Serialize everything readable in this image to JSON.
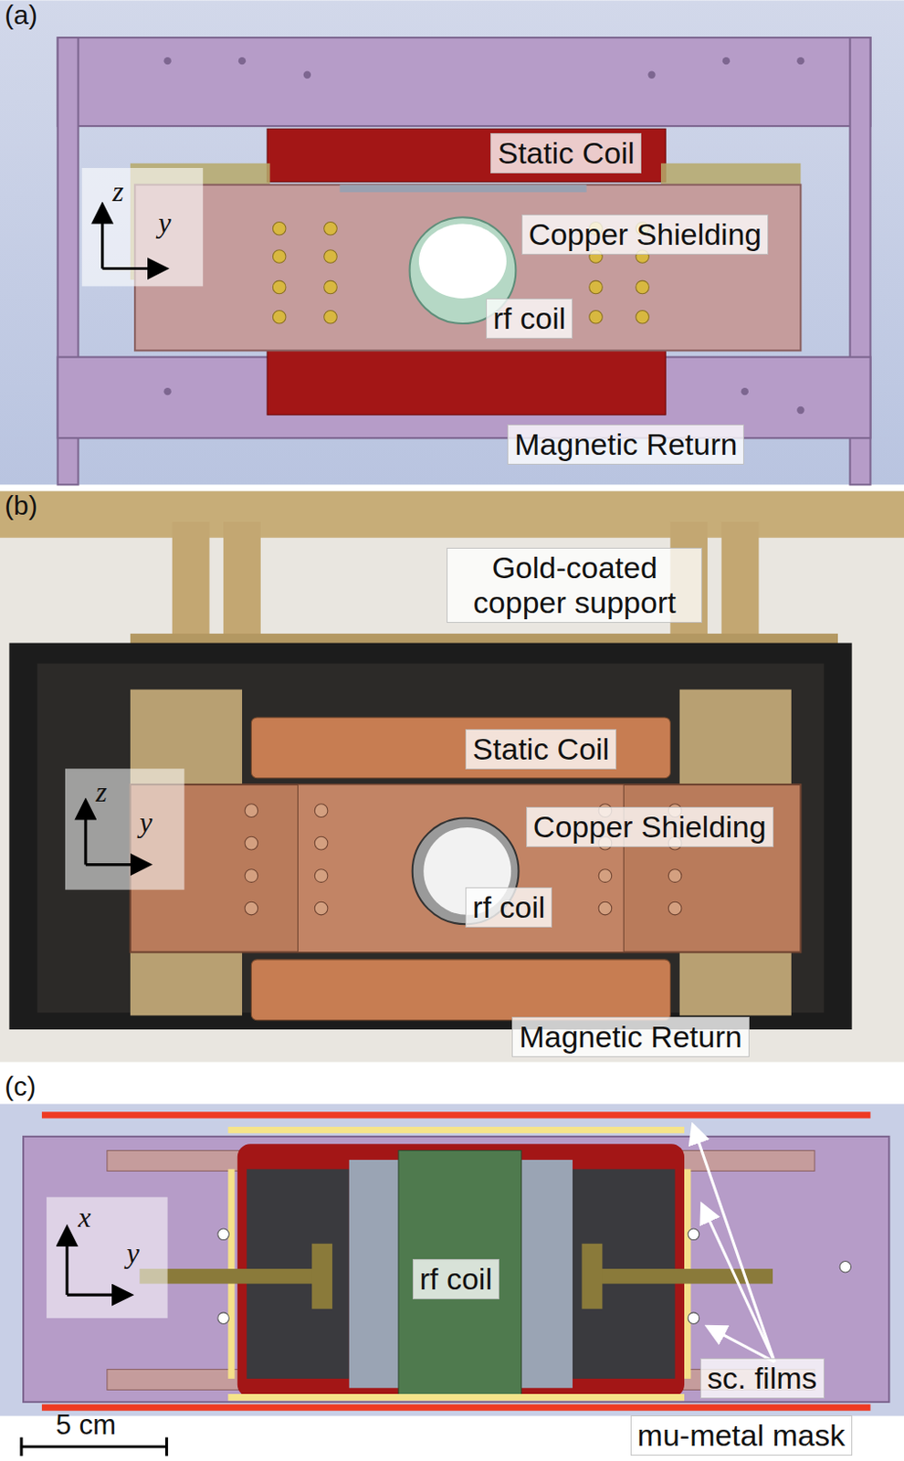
{
  "diagram": {
    "labels": [
      "(a)",
      "z",
      "y",
      "Static Coil",
      "Copper Shielding",
      "rf coil",
      "Magnetic Return",
      "(b)",
      "Gold-coated copper support",
      "Static Coil",
      "Copper Shielding",
      "rf coil",
      "Magnetic Return",
      "z",
      "y",
      "(c)",
      "x",
      "y",
      "rf coil",
      "sc. films",
      "mu-metal mask",
      "5 cm"
    ]
  }
}
